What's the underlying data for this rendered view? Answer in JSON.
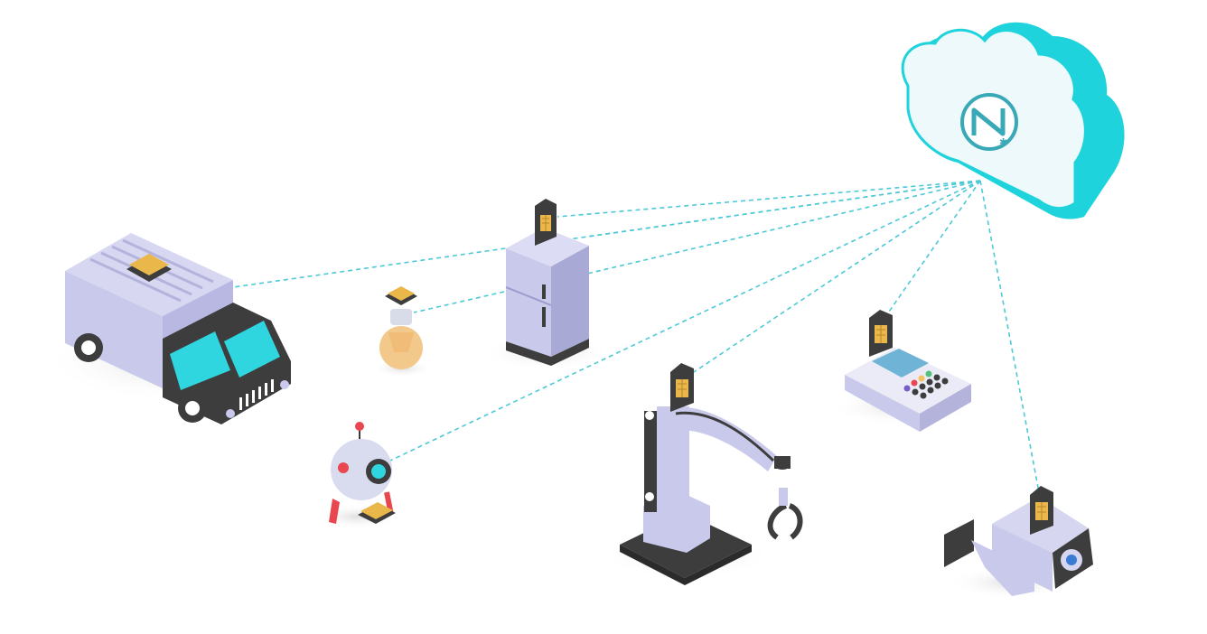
{
  "diagram": {
    "hub": {
      "icon": "cloud-network-icon",
      "color": "#1fd3dc",
      "logo": "n-star-logo"
    },
    "link_color": "#4cc9d6",
    "link_style": "dashed",
    "devices": [
      {
        "id": "van",
        "icon": "delivery-van-icon",
        "module": "chip"
      },
      {
        "id": "light-bulb",
        "icon": "light-bulb-icon",
        "module": "chip"
      },
      {
        "id": "refrigerator",
        "icon": "refrigerator-icon",
        "module": "sim-card"
      },
      {
        "id": "robot",
        "icon": "robot-icon",
        "module": "chip"
      },
      {
        "id": "robotic-arm",
        "icon": "robotic-arm-icon",
        "module": "sim-card"
      },
      {
        "id": "payment-terminal",
        "icon": "payment-terminal-icon",
        "module": "sim-card"
      },
      {
        "id": "security-camera",
        "icon": "security-camera-icon",
        "module": "sim-card"
      }
    ],
    "colors": {
      "device_body": "#c9c9ec",
      "device_shade": "#a9a9d6",
      "dark": "#3d3d3d",
      "chip": "#e9b74a",
      "screen": "#2fd6df",
      "bulb": "#f3c98b",
      "accent_red": "#e9474f"
    }
  }
}
